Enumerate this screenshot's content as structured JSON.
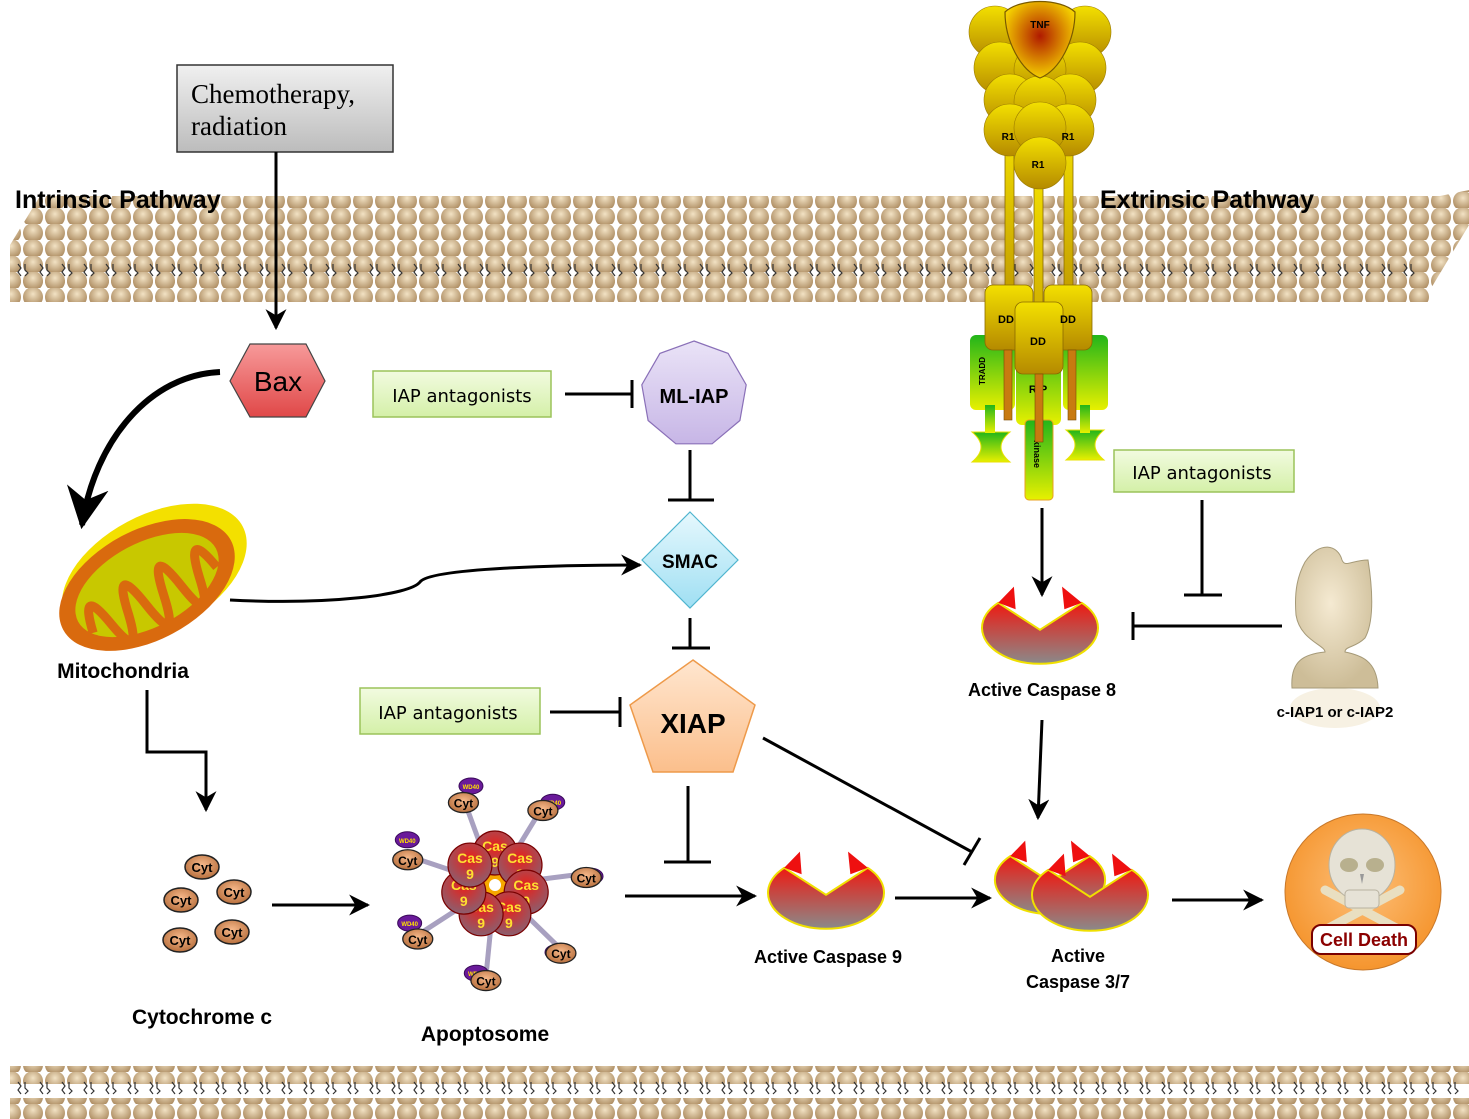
{
  "diagram": {
    "title_left": "Intrinsic Pathway",
    "title_right": "Extrinsic Pathway",
    "stimulus": {
      "line1": "Chemotherapy,",
      "line2": "radiation"
    },
    "bax": "Bax",
    "mitochondria": "Mitochondria",
    "cytochrome": {
      "label": "Cytochrome c",
      "token": "Cyt",
      "count": 5
    },
    "apoptosome": {
      "label": "Apoptosome",
      "cas_line1": "Cas",
      "cas_line2": "9",
      "cyt": "Cyt",
      "wd": "WD40"
    },
    "antagonist_label": "IAP antagonists",
    "ml_iap": "ML-IAP",
    "smac": "SMAC",
    "xiap": "XIAP",
    "caspase9": "Active Caspase 9",
    "caspase8": "Active Caspase 8",
    "caspase37": {
      "line1": "Active",
      "line2": "Caspase 3/7"
    },
    "ciap": "c-IAP1 or c-IAP2",
    "cell_death": "Cell Death",
    "receptor": {
      "tnf": "TNF",
      "r1": "R1",
      "dd": "DD",
      "tradd": "TRADD",
      "rip": "RIP",
      "kinase": "kinase"
    }
  },
  "colors": {
    "antagonist_fill": "#e4f5c4",
    "antagonist_border": "#9bc35a",
    "bax_fill": "#e25b5b",
    "ml_iap_fill": "#d8cdee",
    "smac_fill": "#bfeaf7",
    "xiap_fill": "#fdd3ae",
    "caspase_red": "#e0201a",
    "membrane": "#c9b08a"
  }
}
